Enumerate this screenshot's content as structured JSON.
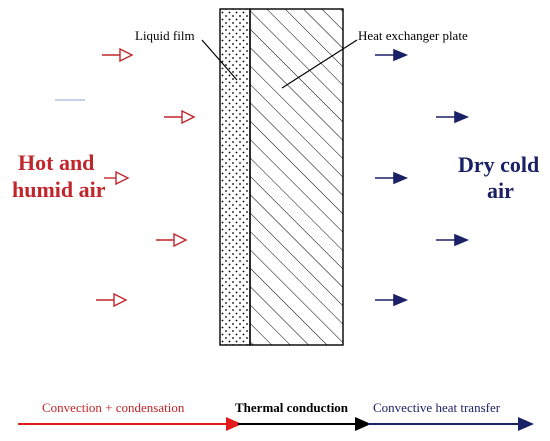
{
  "labels": {
    "liquid_film": "Liquid film",
    "heat_exchanger_plate": "Heat exchanger plate",
    "hot_line1": "Hot and",
    "hot_line2": "humid air",
    "dry_line1": "Dry cold",
    "dry_line2": "air"
  },
  "legend": {
    "convection": "Convection + condensation",
    "thermal": "Thermal conduction",
    "convective": "Convective heat transfer"
  },
  "colors": {
    "hot": "#c0262b",
    "hot_arrow": "#e11b1b",
    "cold": "#1b2166",
    "black": "#000000"
  }
}
